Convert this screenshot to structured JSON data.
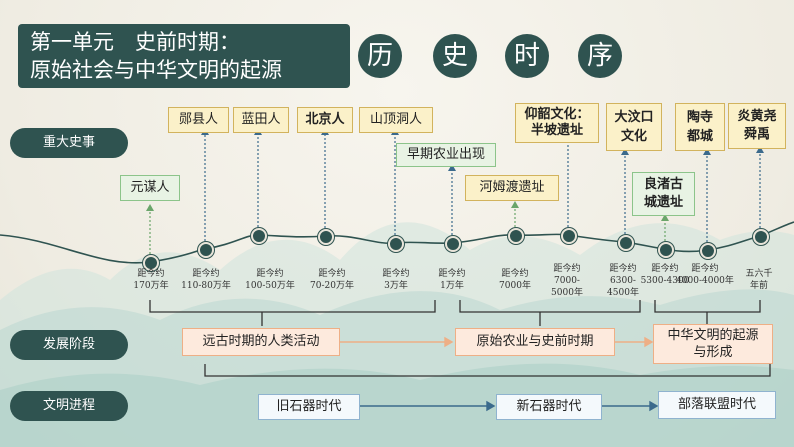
{
  "header": {
    "line1": "第一单元　史前时期：",
    "line2": "原始社会与中华文明的起源"
  },
  "title_chars": [
    "历",
    "史",
    "时",
    "序"
  ],
  "rows": {
    "major_events": "重大史事",
    "stages": "发展阶段",
    "civilization": "文明进程"
  },
  "events": {
    "yuanmou": "元谋人",
    "yunxian": "郧县人",
    "lantian": "蓝田人",
    "beijing": "北京人",
    "shanding": "山顶洞人",
    "early_agri": "早期农业出现",
    "hemudu": "河姆渡遗址",
    "yangshao_line1": "仰韶文化：",
    "yangshao_line2": "半坡遗址",
    "dawenkou_line1": "大汶口",
    "dawenkou_line2": "文化",
    "liangzhu_line1": "良渚古",
    "liangzhu_line2": "城遗址",
    "taosi_line1": "陶寺",
    "taosi_line2": "都城",
    "yanhuang_line1": "炎黄尧",
    "yanhuang_line2": "舜禹"
  },
  "dates": [
    "距今约\n170万年",
    "距今约\n110-80万年",
    "距今约\n100-50万年",
    "距今约\n70-20万年",
    "距今约\n3万年",
    "距今约\n1万年",
    "距今约\n7000年",
    "距今约\n7000-\n5000年",
    "距今约\n6300-\n4500年",
    "距今约\n5300-4300",
    "距今约\n4000-4000年",
    "五六千\n年前"
  ],
  "stages": {
    "s1": "远古时期的人类活动",
    "s2": "原始农业与史前时期",
    "s3_line1": "中华文明的起源",
    "s3_line2": "与形成"
  },
  "eras": {
    "e1": "旧石器时代",
    "e2": "新石器时代",
    "e3": "部落联盟时代"
  },
  "colors": {
    "dark_teal": "#2f5350",
    "yellow_fill": "#fbf1c9",
    "green_fill": "#e8f3e4",
    "orange_fill": "#fdeadd",
    "blue_border": "#8fb3cf"
  }
}
